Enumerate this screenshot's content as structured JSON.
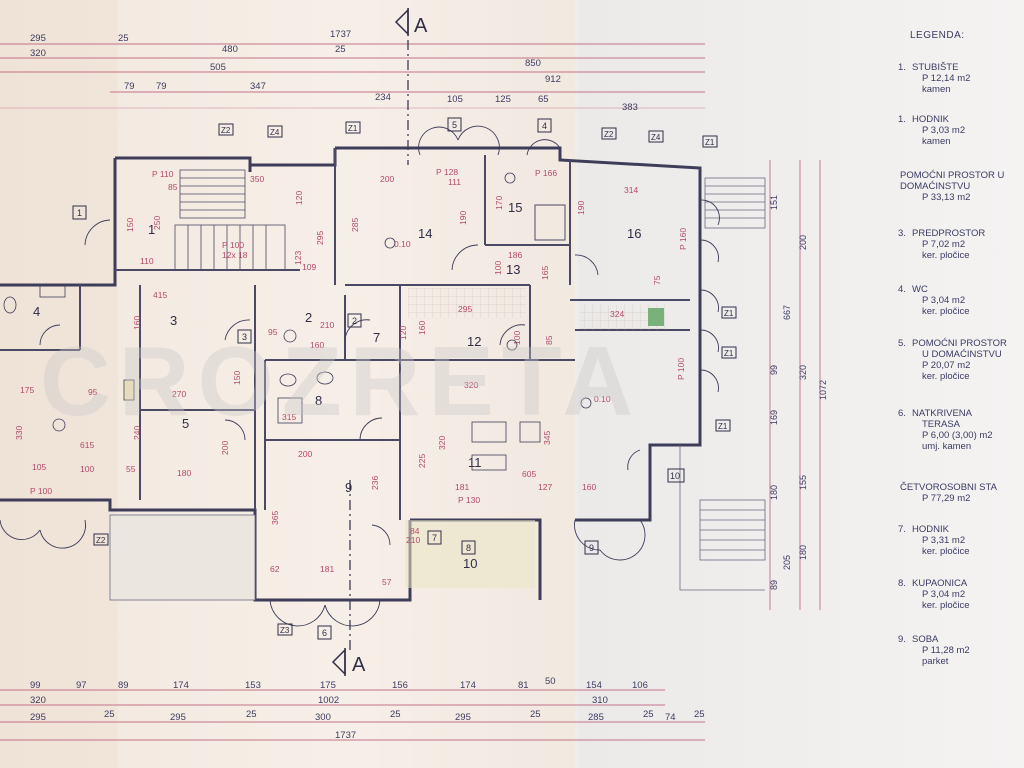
{
  "section": {
    "label": "A"
  },
  "watermark": "CROZRETA",
  "legend": {
    "title": "LEGENDA:",
    "items": [
      {
        "num": "1.",
        "name": "STUBIŠTE",
        "area": "P 12,14 m2",
        "material": "kamen"
      },
      {
        "num": "1.",
        "name": "HODNIK",
        "area": "P 3,03 m2",
        "material": "kamen"
      },
      {
        "num": "",
        "name": "POMOĆNI PROSTOR U",
        "name2": "DOMAĆINSTVU",
        "area": "P 33,13 m2",
        "material": ""
      },
      {
        "num": "3.",
        "name": "PREDPROSTOR",
        "area": "P 7,02 m2",
        "material": "ker. pločice"
      },
      {
        "num": "4.",
        "name": "WC",
        "area": "P 3,04 m2",
        "material": "ker. pločice"
      },
      {
        "num": "5.",
        "name": "POMOĆNI PROSTOR",
        "name2": "U DOMAĆINSTVU",
        "area": "P 20,07 m2",
        "material": "ker. pločice"
      },
      {
        "num": "6.",
        "name": "NATKRIVENA",
        "name2": "TERASA",
        "area": "P 6,00 (3,00) m2",
        "material": "umj. kamen"
      },
      {
        "num": "",
        "name": "ČETVOROSOBNI STA",
        "area": "P 77,29 m2",
        "material": ""
      },
      {
        "num": "7.",
        "name": "HODNIK",
        "area": "P 3,31 m2",
        "material": "ker. pločice"
      },
      {
        "num": "8.",
        "name": "KUPAONICA",
        "area": "P 3,04 m2",
        "material": "ker. pločice"
      },
      {
        "num": "9.",
        "name": "SOBA",
        "area": "P 11,28 m2",
        "material": "parket"
      }
    ]
  },
  "dimensions": {
    "top_row1": [
      "295",
      "25",
      "1737"
    ],
    "top_row2": [
      "320",
      "480",
      "25",
      "850"
    ],
    "top_row3": [
      "505",
      "912"
    ],
    "top_row4": [
      "79",
      "79",
      "347",
      "234",
      "105",
      "125",
      "65",
      "383"
    ],
    "bottom_row1": [
      "99",
      "97",
      "89",
      "174",
      "153",
      "175",
      "156",
      "174",
      "81",
      "50",
      "154",
      "106"
    ],
    "bottom_row2": [
      "320",
      "1002",
      "310"
    ],
    "bottom_row3": [
      "295",
      "25",
      "295",
      "25",
      "300",
      "25",
      "295",
      "25",
      "285",
      "25",
      "74",
      "25"
    ],
    "bottom_row4": [
      "1737"
    ],
    "right_col1": [
      "151",
      "200",
      "667",
      "99",
      "169",
      "180",
      "155",
      "180",
      "205",
      "89"
    ],
    "right_col2": [
      "1072",
      "320"
    ]
  },
  "rooms": [
    {
      "num": "1",
      "area_label": ""
    },
    {
      "num": "2"
    },
    {
      "num": "3"
    },
    {
      "num": "4"
    },
    {
      "num": "5"
    },
    {
      "num": "7"
    },
    {
      "num": "8"
    },
    {
      "num": "9"
    },
    {
      "num": "10"
    },
    {
      "num": "11"
    },
    {
      "num": "12"
    },
    {
      "num": "13"
    },
    {
      "num": "14"
    },
    {
      "num": "15"
    },
    {
      "num": "16"
    }
  ],
  "room_dims": {
    "r14": [
      "200",
      "P 128",
      "111",
      "285",
      "190",
      "0.10"
    ],
    "r16": [
      "314",
      "190",
      "P 160",
      "75"
    ],
    "r13": [
      "186",
      "100",
      "165"
    ],
    "r15": [
      "P 166",
      "170"
    ],
    "r12": [
      "295",
      "160",
      "100",
      "85",
      "120"
    ],
    "r11": [
      "320",
      "225",
      "320",
      "345",
      "605",
      "181",
      "127",
      "160",
      "P 130"
    ],
    "r3": [
      "415",
      "160",
      "95",
      "270",
      "175"
    ],
    "r5": [
      "615",
      "240",
      "330",
      "200",
      "105",
      "100",
      "55",
      "180",
      "P 100"
    ],
    "r9": [
      "200",
      "365",
      "236",
      "62",
      "181",
      "57",
      "84",
      "210"
    ],
    "r1": [
      "350",
      "250",
      "150",
      "110",
      "295",
      "123",
      "109",
      "120",
      "85",
      "P 110"
    ],
    "r8": [
      "95",
      "210",
      "160",
      "315",
      "150"
    ],
    "stairs": [
      "P 100",
      "12x 18"
    ],
    "misc": [
      "P 100",
      "324",
      "0.10"
    ]
  },
  "tags": [
    "Z2",
    "Z4",
    "Z1",
    "Z2",
    "Z4",
    "Z1",
    "Z1",
    "Z1",
    "Z1",
    "Z2",
    "Z3"
  ],
  "doors": [
    "1",
    "2",
    "3",
    "4",
    "5",
    "6",
    "7",
    "8",
    "9",
    "10"
  ]
}
